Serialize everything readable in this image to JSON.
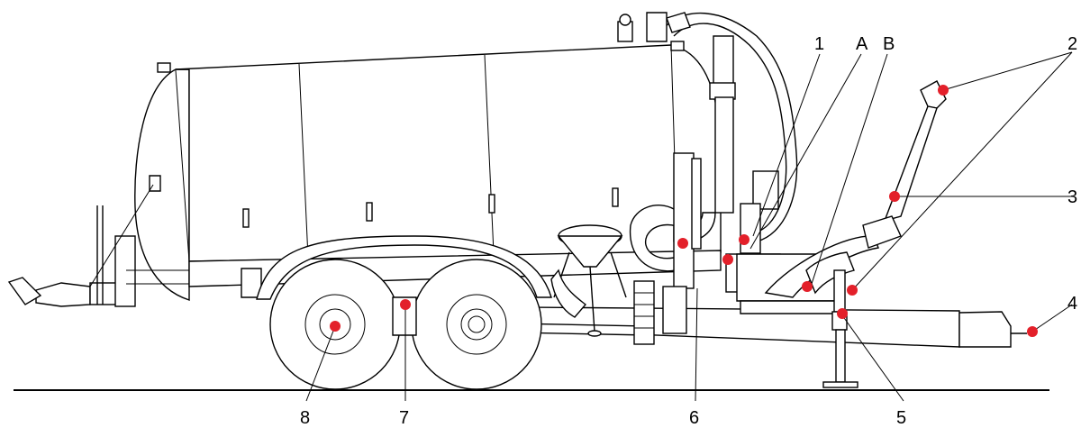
{
  "colors": {
    "marker": "#e3202a",
    "stroke": "#000000",
    "background": "#ffffff"
  },
  "callouts": [
    {
      "id": "1",
      "text": "1"
    },
    {
      "id": "A",
      "text": "A"
    },
    {
      "id": "B",
      "text": "B"
    },
    {
      "id": "2",
      "text": "2"
    },
    {
      "id": "3",
      "text": "3"
    },
    {
      "id": "4",
      "text": "4"
    },
    {
      "id": "5",
      "text": "5"
    },
    {
      "id": "6",
      "text": "6"
    },
    {
      "id": "7",
      "text": "7"
    },
    {
      "id": "8",
      "text": "8"
    }
  ]
}
